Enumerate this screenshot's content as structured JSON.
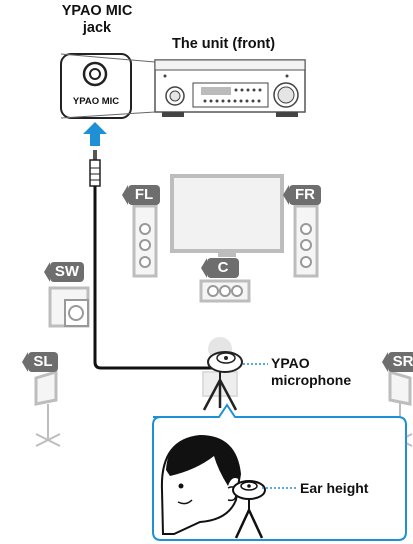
{
  "jack_label": "YPAO MIC\njack",
  "jack_label_line1": "YPAO MIC",
  "jack_label_line2": "jack",
  "jack_plate_text": "YPAO MIC",
  "unit_label": "The unit (front)",
  "speakers": {
    "fl": "FL",
    "fr": "FR",
    "sw": "SW",
    "c": "C",
    "sl": "SL",
    "sr": "SR"
  },
  "mic_label_line1": "YPAO",
  "mic_label_line2": "microphone",
  "ear_height_label": "Ear height",
  "colors": {
    "arrow": "#1e90d6",
    "tag": "#6e6e6e",
    "bubble_border": "#1e90d6",
    "dotted_line": "#1e90d6"
  }
}
